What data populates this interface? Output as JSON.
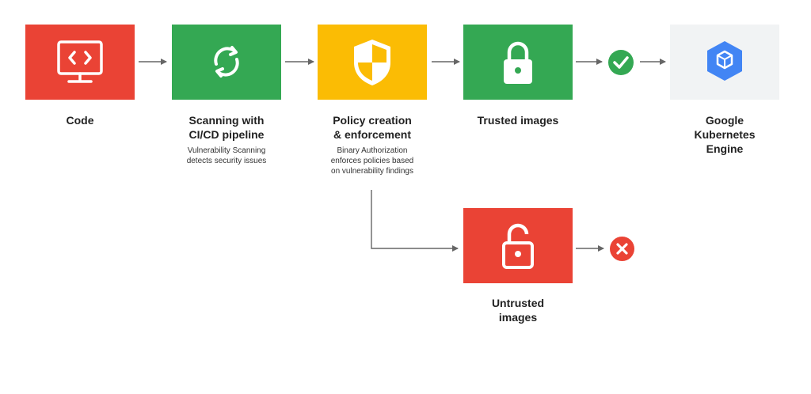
{
  "steps": {
    "code": {
      "title": "Code",
      "icon": "monitor-code-icon",
      "color": "#EA4335"
    },
    "scanning": {
      "title": "Scanning with\nCI/CD pipeline",
      "description": "Vulnerability Scanning\ndetects security issues",
      "icon": "sync-icon",
      "color": "#34A853"
    },
    "policy": {
      "title": "Policy creation\n& enforcement",
      "description": "Binary Authorization\nenforces policies based\non vulnerability findings",
      "icon": "shield-icon",
      "color": "#FBBC04"
    },
    "trusted": {
      "title": "Trusted images",
      "icon": "lock-closed-icon",
      "color": "#34A853"
    },
    "gke": {
      "title": "Google\nKubernetes\nEngine",
      "icon": "kubernetes-engine-icon",
      "color": "#F1F3F4"
    },
    "untrusted": {
      "title": "Untrusted\nimages",
      "icon": "lock-open-icon",
      "color": "#EA4335"
    }
  },
  "status": {
    "allowed": {
      "icon": "check-circle-icon",
      "color": "#34A853"
    },
    "denied": {
      "icon": "x-circle-icon",
      "color": "#EA4335"
    }
  },
  "gke_icon_color": "#4285F4",
  "arrow_color": "#666666"
}
